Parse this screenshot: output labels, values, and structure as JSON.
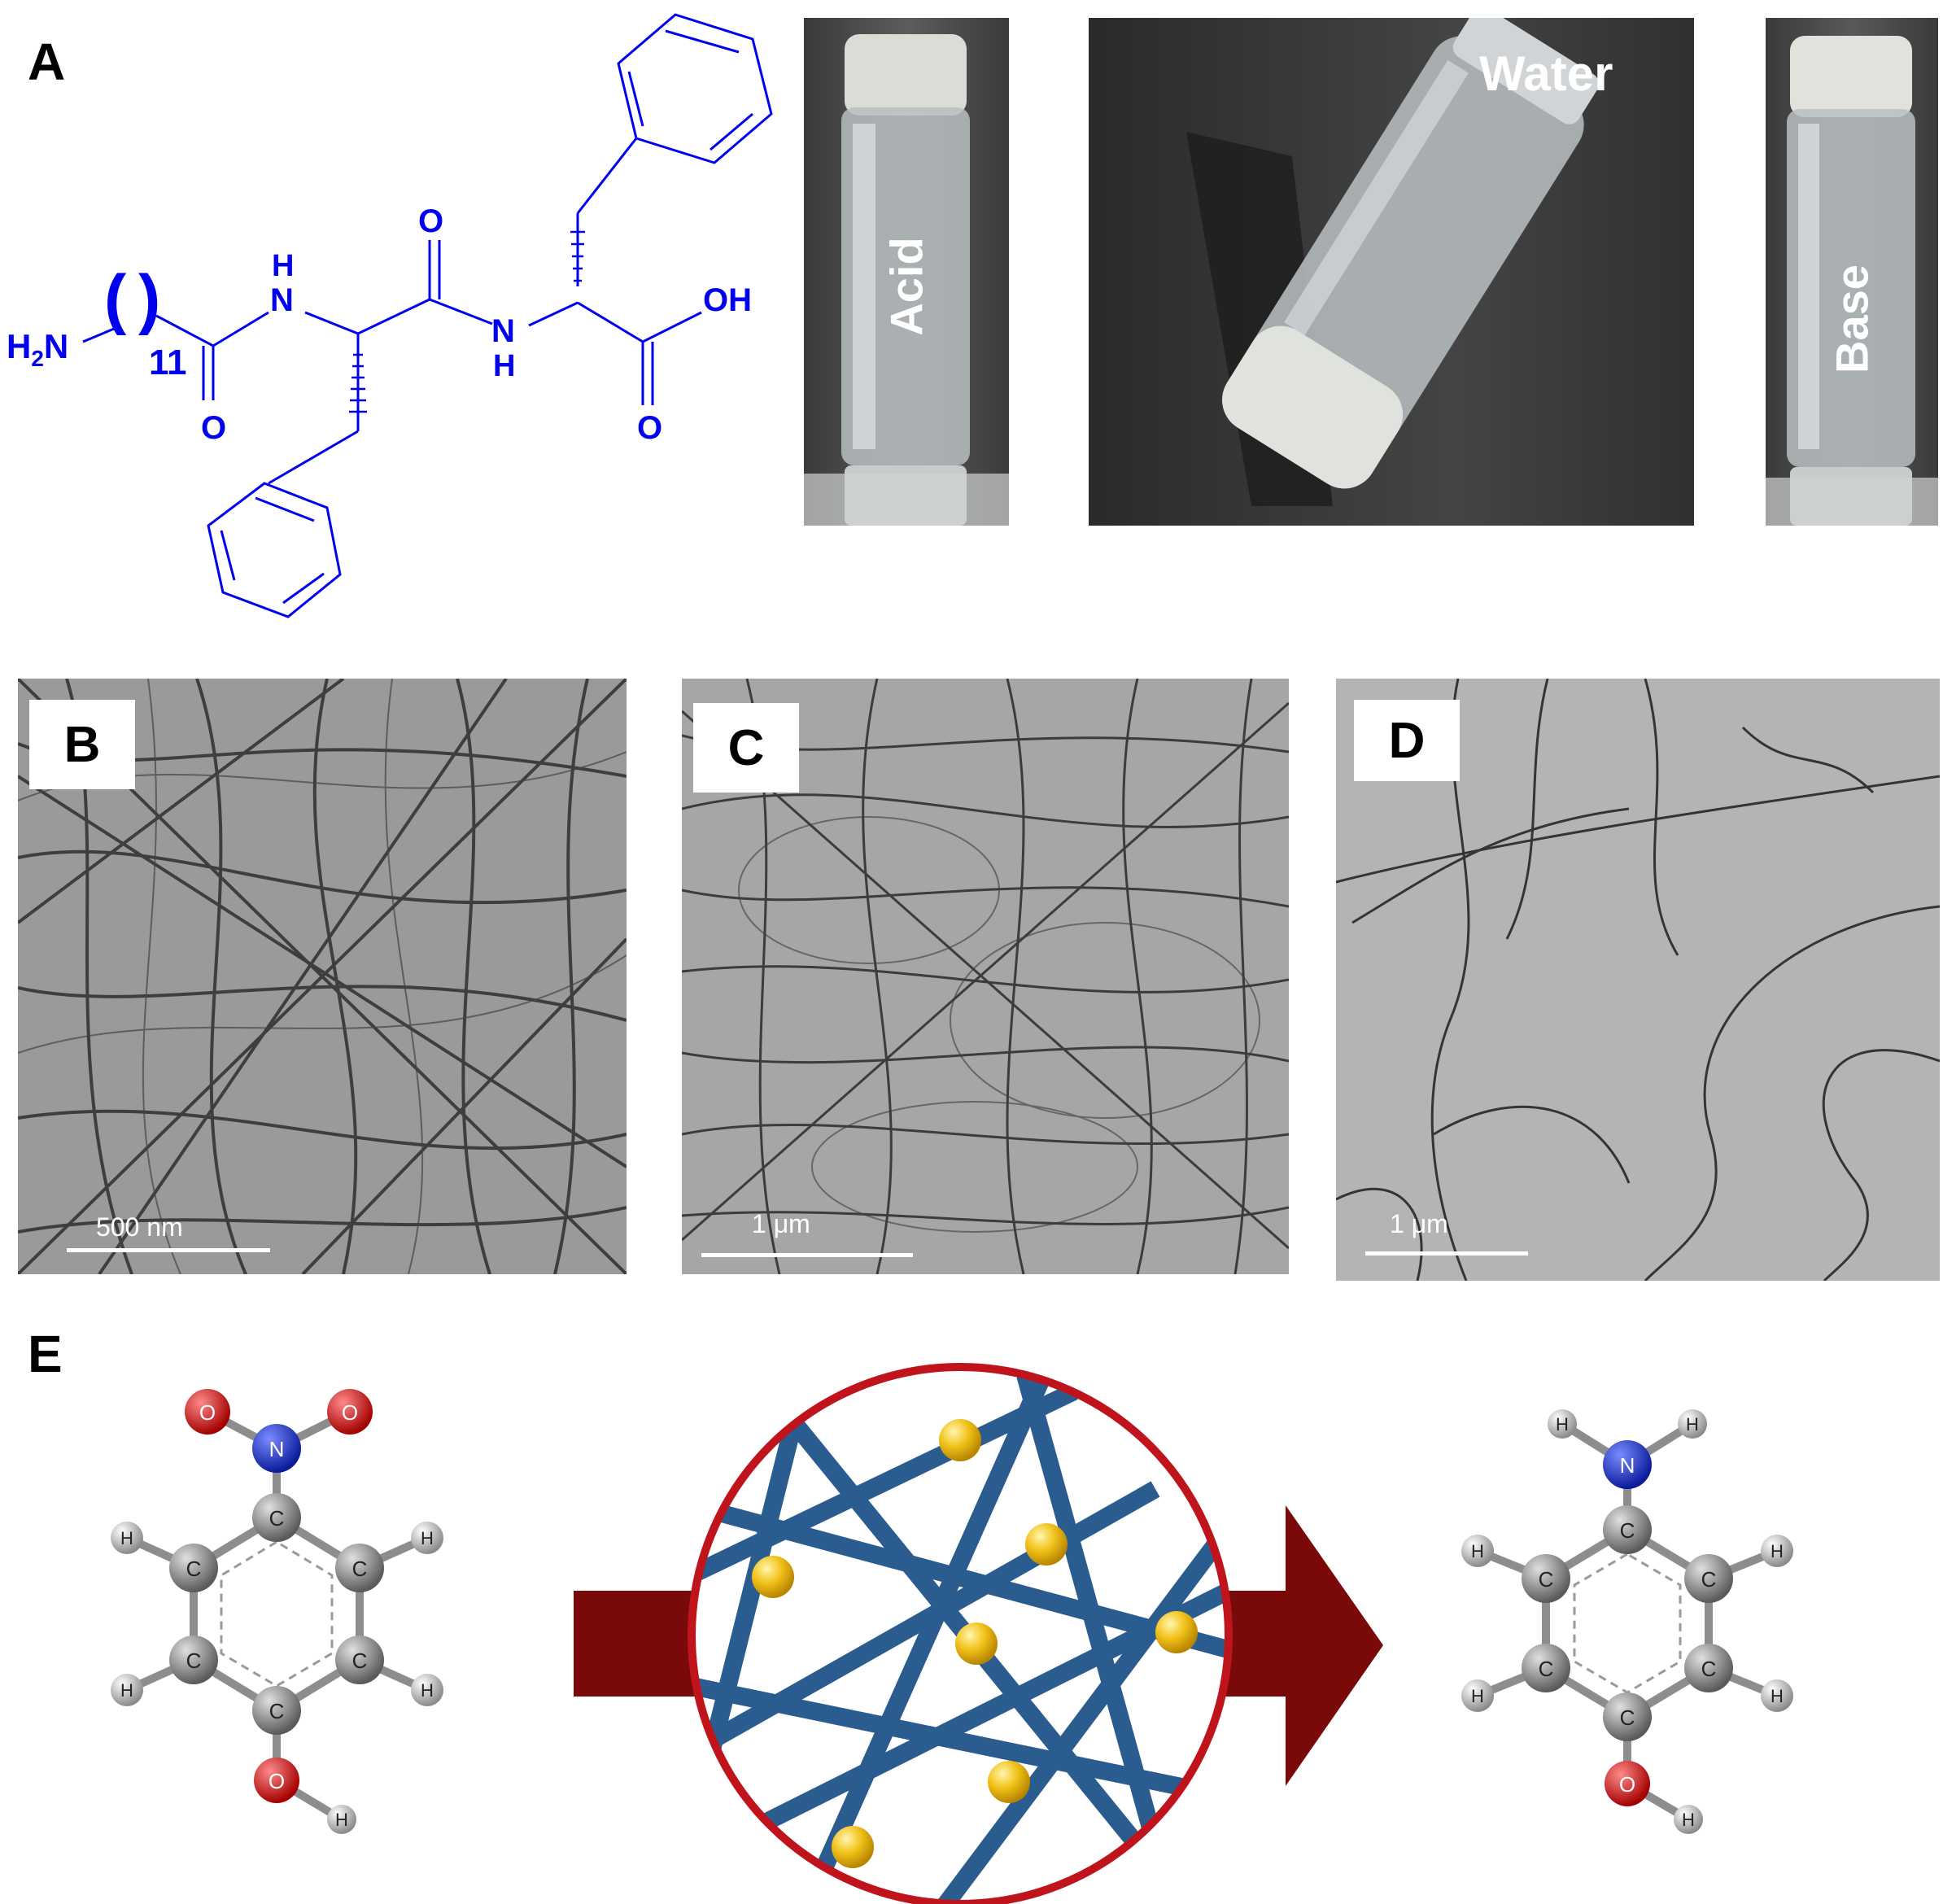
{
  "panels": {
    "a": {
      "letter": "A"
    },
    "b": {
      "letter": "B"
    },
    "c": {
      "letter": "C"
    },
    "d": {
      "letter": "D"
    },
    "e": {
      "letter": "E"
    }
  },
  "structure": {
    "h2n": "H",
    "h2n_sub": "2",
    "h2n_n": "N",
    "repeat_count": "11",
    "nh1_h": "H",
    "nh1_n": "N",
    "nh2_n": "N",
    "nh2_h": "H",
    "o_amide1": "O",
    "o_amide2": "O",
    "o_acid": "O",
    "oh_acid": "OH"
  },
  "photos": {
    "acid_label": "Acid",
    "water_label": "Water",
    "base_label": "Base"
  },
  "tem": {
    "b_scale": "500 nm",
    "c_scale": "1 μm",
    "d_scale": "1 μm"
  },
  "scheme": {
    "atom_o": "O",
    "atom_n": "N",
    "atom_c": "C",
    "atom_h": "H"
  },
  "colors": {
    "structure_blue": "#0000ee",
    "oxygen_red": "#cc1111",
    "nitrogen_blue": "#1a2fb0",
    "carbon_grey": "#7a7a7a",
    "arrow_darkred": "#7a0a0a",
    "fiber_blue": "#2b5c8f",
    "particle_gold": "#f2c21a",
    "circle_red": "#c0141c"
  }
}
